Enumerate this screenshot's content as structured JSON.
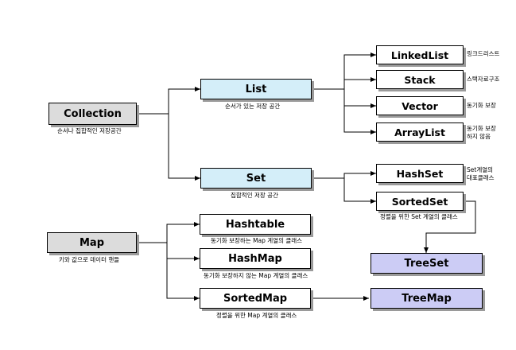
{
  "nodes": {
    "collection": {
      "label": "Collection",
      "caption": "순서나 집합적인 저장공간"
    },
    "list": {
      "label": "List",
      "caption": "순서가 있는 저장 공간"
    },
    "set": {
      "label": "Set",
      "caption": "집합적인 저장 공간"
    },
    "linkedlist": {
      "label": "LinkedList",
      "caption": "링크드리스트"
    },
    "stack": {
      "label": "Stack",
      "caption": "스택자료구조"
    },
    "vector": {
      "label": "Vector",
      "caption": "동기화 보장"
    },
    "arraylist": {
      "label": "ArrayList",
      "caption_line1": "동기화 보장",
      "caption_line2": "하지 않음"
    },
    "hashset": {
      "label": "HashSet",
      "caption_line1": "Set계열의",
      "caption_line2": "대표클래스"
    },
    "sortedset": {
      "label": "SortedSet",
      "caption": "정렬을 위한 Set 계열의 클래스"
    },
    "treeset": {
      "label": "TreeSet"
    },
    "map": {
      "label": "Map",
      "caption": "키와 값으로 데이터 핸들"
    },
    "hashtable": {
      "label": "Hashtable",
      "caption": "동기화 보장하는 Map 계열의 클래스"
    },
    "hashmap": {
      "label": "HashMap",
      "caption": "동기화 보장하지 않는 Map 계열의 클래스"
    },
    "sortedmap": {
      "label": "SortedMap",
      "caption": "정렬을 위한 Map 계열의 클래스"
    },
    "treemap": {
      "label": "TreeMap"
    }
  },
  "colors": {
    "root": "#dcdcdc",
    "interface": "#d4eef9",
    "class": "#ffffff",
    "tree": "#ccccf5",
    "line": "#000000",
    "shadow": "#9a9a9a"
  }
}
